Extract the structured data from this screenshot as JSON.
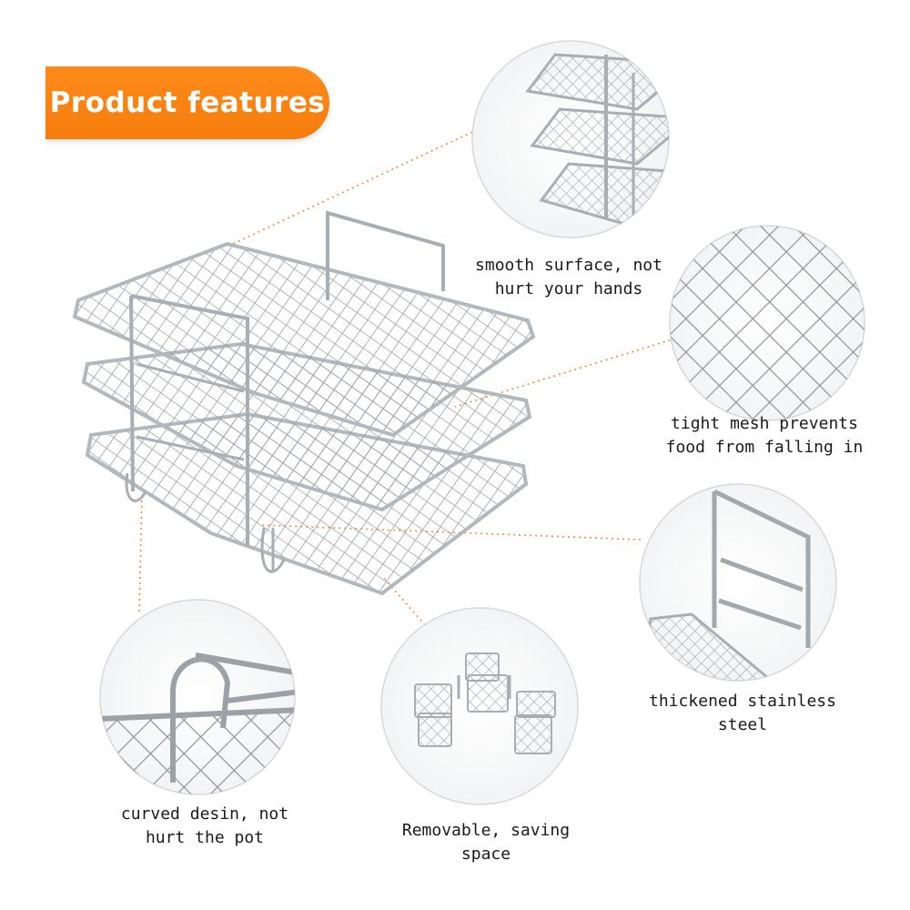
{
  "banner": {
    "title": "Product features"
  },
  "features": [
    {
      "line1": "smooth surface, not",
      "line2": "hurt your hands"
    },
    {
      "line1": "tight mesh prevents",
      "line2": "food from falling in"
    },
    {
      "line1": "thickened stainless",
      "line2": "steel"
    },
    {
      "line1": "Removable, saving",
      "line2": "space"
    },
    {
      "line1": "curved desin, not",
      "line2": "hurt the pot"
    }
  ],
  "colors": {
    "accent": "#f57d0c",
    "leader_line": "#e0913a",
    "circle_outline": "#d8d8d8",
    "steel": "#a9aeb4"
  }
}
